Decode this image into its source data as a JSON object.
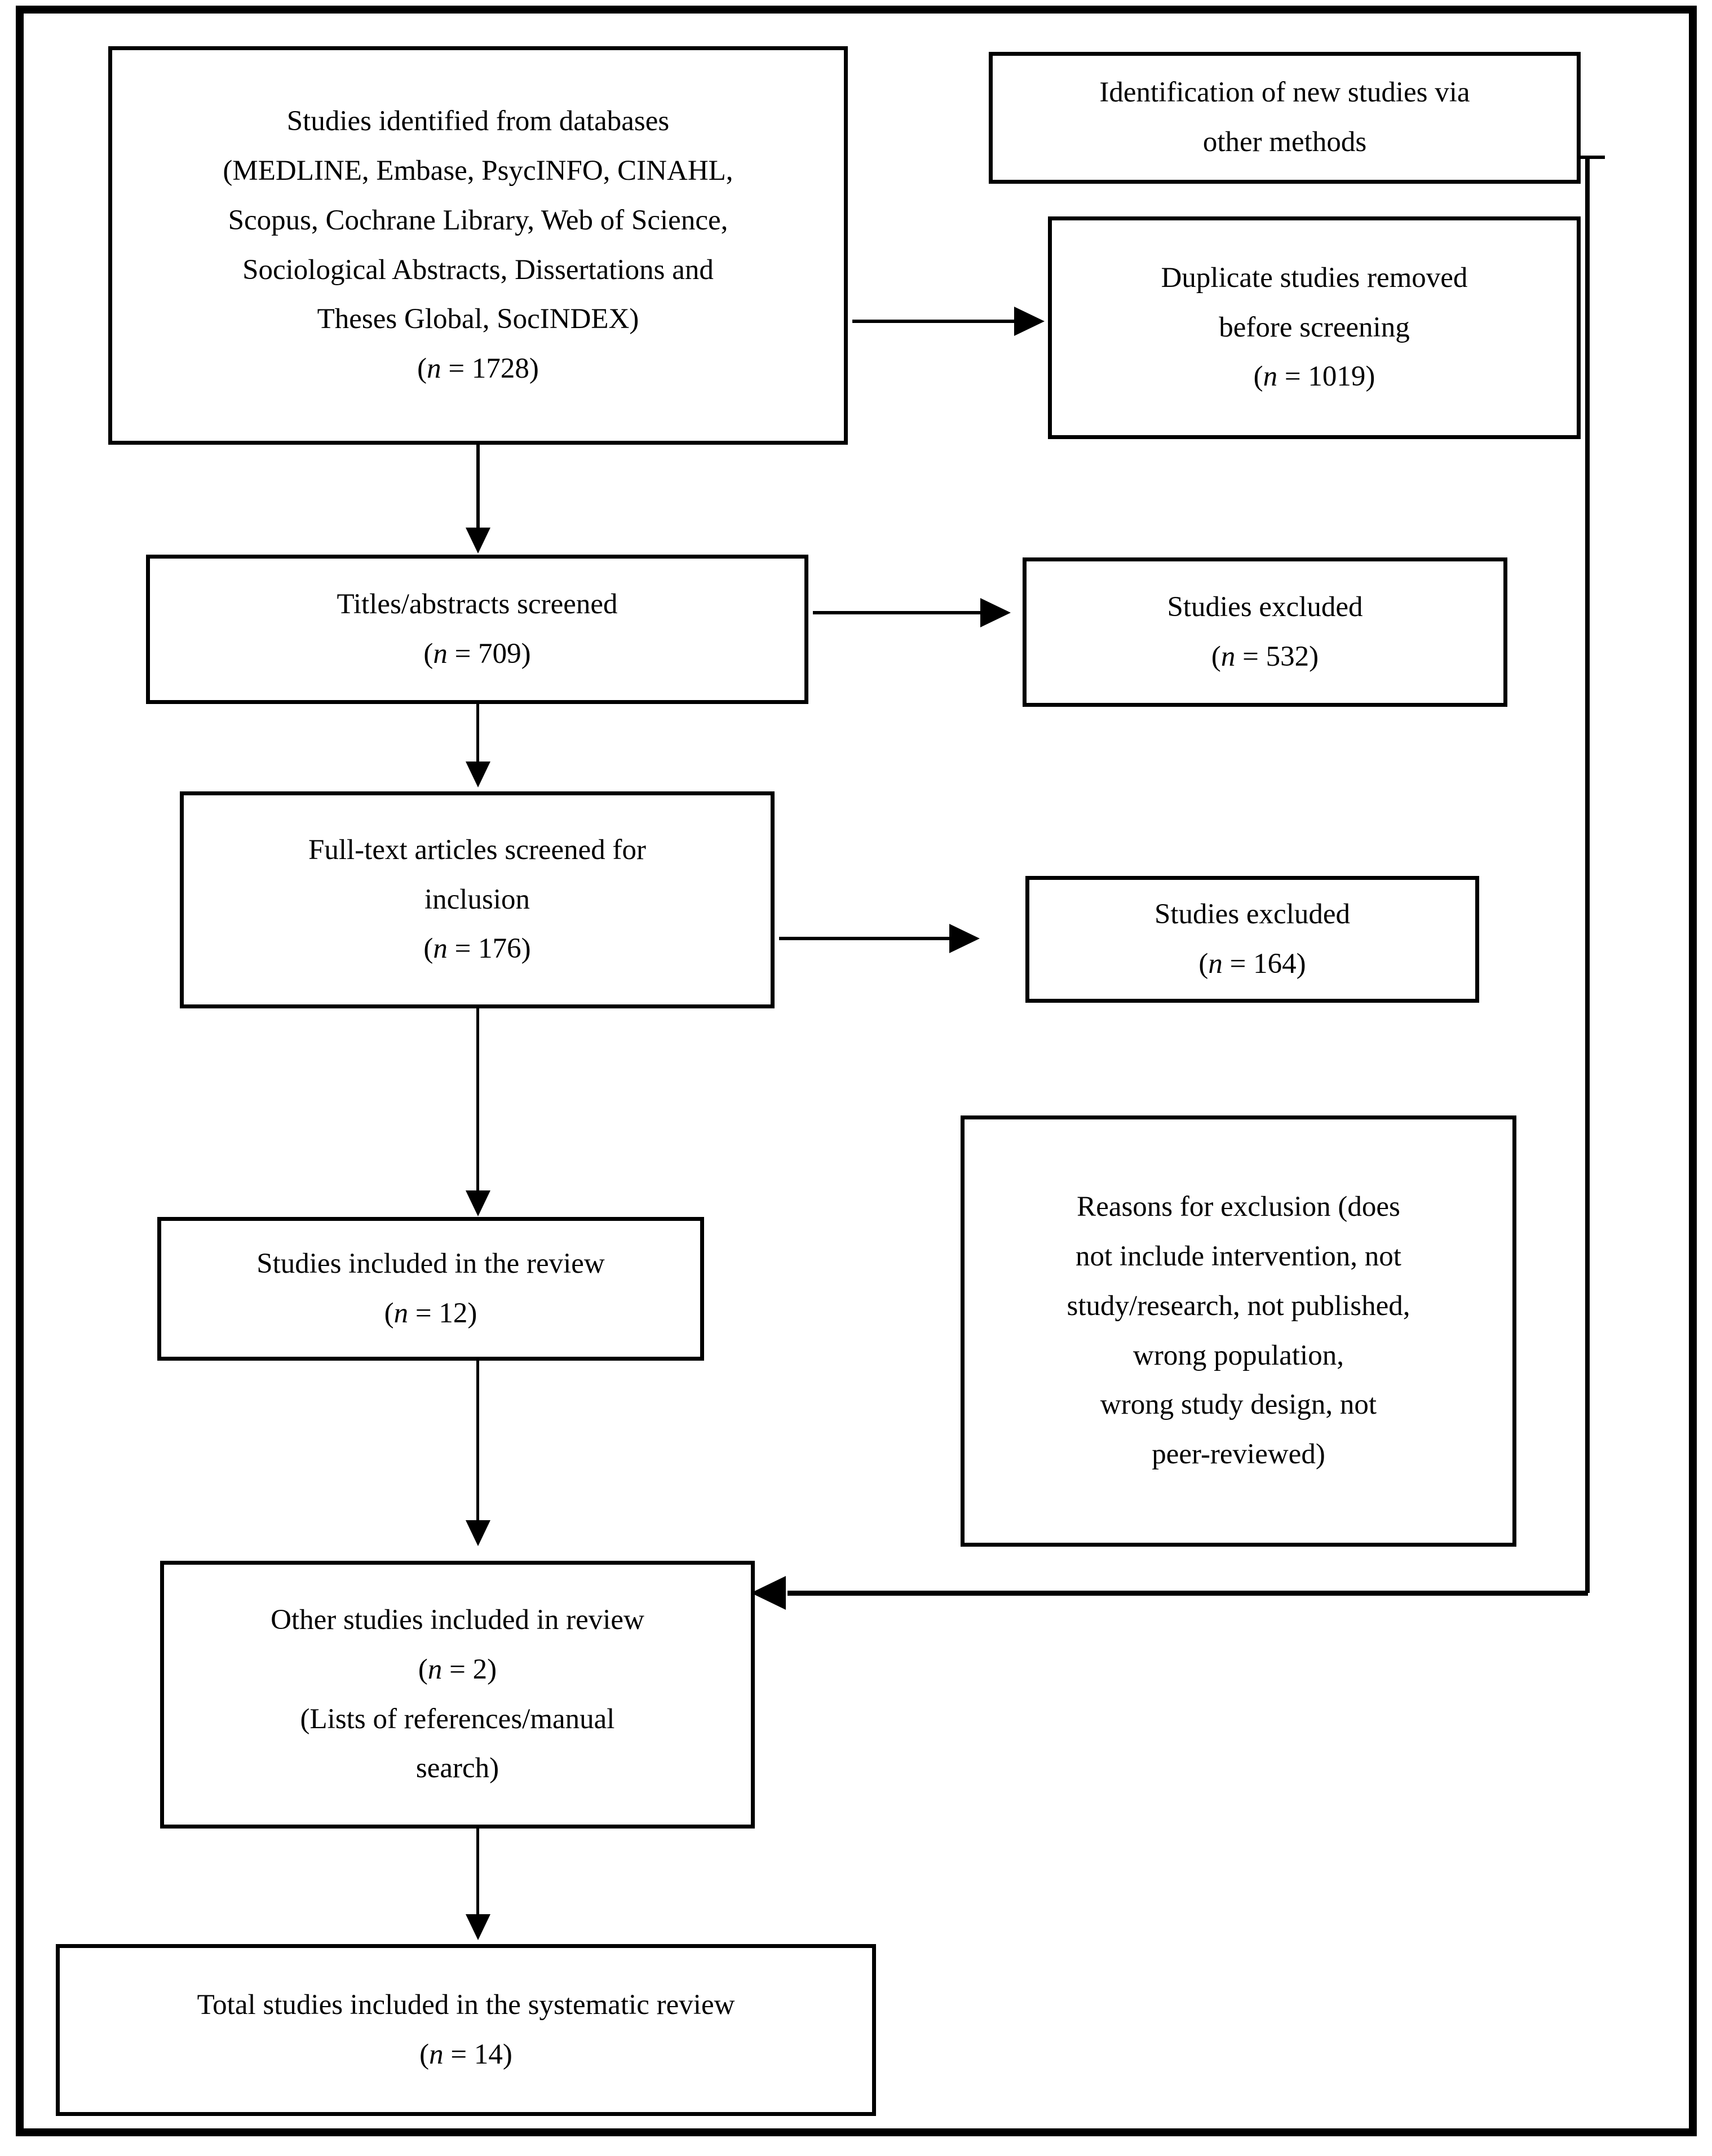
{
  "diagram": {
    "title": "PRISMA study selection flow diagram",
    "frame_color": "#000000",
    "box_border_color": "#000000",
    "background": "#ffffff"
  },
  "boxes": {
    "databases": {
      "lines": [
        "Studies identified from databases",
        "(MEDLINE, Embase, PsycINFO, CINAHL,",
        "Scopus, Cochrane Library, Web of Science,",
        "Sociological Abstracts, Dissertations and",
        "Theses Global, SocINDEX)"
      ],
      "count": "(n = 1728)",
      "n_value": 1728
    },
    "other_methods": {
      "lines": [
        "Identification of new studies via",
        "other methods"
      ]
    },
    "duplicates": {
      "lines": [
        "Duplicate studies removed",
        "before screening"
      ],
      "count": "(n = 1019)",
      "n_value": 1019
    },
    "titles_screened": {
      "lines": [
        "Titles/abstracts screened"
      ],
      "count": "(n = 709)",
      "n_value": 709
    },
    "excluded_titles": {
      "lines": [
        "Studies excluded"
      ],
      "count": "(n = 532)",
      "n_value": 532
    },
    "fulltext_screened": {
      "lines": [
        "Full-text articles screened for",
        "inclusion"
      ],
      "count": "(n = 176)",
      "n_value": 176
    },
    "excluded_fulltext": {
      "lines": [
        "Studies excluded"
      ],
      "count": "(n = 164)",
      "n_value": 164
    },
    "reasons": {
      "lines": [
        "Reasons for exclusion (does",
        "not include intervention, not",
        "study/research, not published,",
        "wrong population,",
        "wrong study design, not",
        "peer-reviewed)"
      ]
    },
    "included_review": {
      "lines": [
        "Studies included in the review"
      ],
      "count": "(n = 12)",
      "n_value": 12
    },
    "other_included": {
      "lines": [
        "Other studies included in review"
      ],
      "count": "(n = 2)",
      "n_value": 2,
      "extra": [
        "(Lists of references/manual",
        "search)"
      ]
    },
    "total_included": {
      "lines": [
        "Total studies included in the systematic review"
      ],
      "count": "(n = 14)",
      "n_value": 14
    }
  },
  "connectors": [
    {
      "name": "databases-to-duplicates",
      "type": "arrow-right"
    },
    {
      "name": "databases-to-titles",
      "type": "arrow-down"
    },
    {
      "name": "titles-to-excluded-532",
      "type": "arrow-right"
    },
    {
      "name": "titles-to-fulltext",
      "type": "arrow-down"
    },
    {
      "name": "fulltext-to-excluded-164",
      "type": "arrow-right"
    },
    {
      "name": "fulltext-to-included-12",
      "type": "arrow-down"
    },
    {
      "name": "included-12-to-other-studies",
      "type": "arrow-down"
    },
    {
      "name": "other-methods-to-other-studies",
      "type": "arrow-left"
    },
    {
      "name": "other-studies-to-total",
      "type": "arrow-down"
    }
  ]
}
